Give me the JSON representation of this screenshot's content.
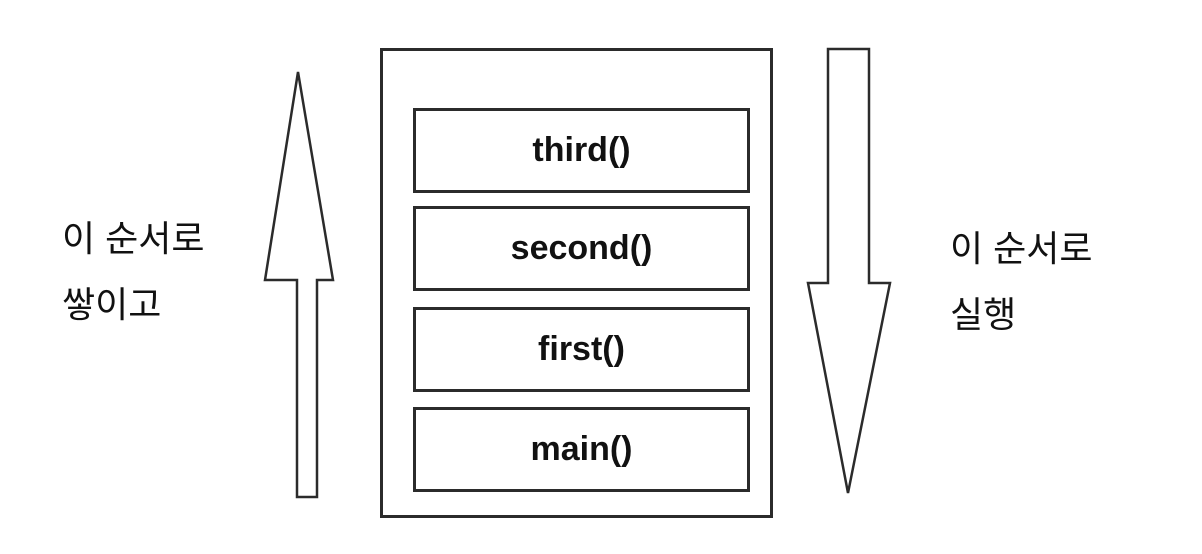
{
  "diagram": {
    "kind": "call-stack",
    "stack_frames": [
      "third()",
      "second()",
      "first()",
      "main()"
    ],
    "left_annotation": {
      "line1": "이 순서로",
      "line2": "쌓이고"
    },
    "right_annotation": {
      "line1": "이 순서로",
      "line2": "실행"
    },
    "icons": {
      "left": "up-arrow",
      "right": "down-arrow"
    },
    "colors": {
      "line": "#2b2b2b",
      "background": "#ffffff",
      "text": "#111111"
    }
  }
}
